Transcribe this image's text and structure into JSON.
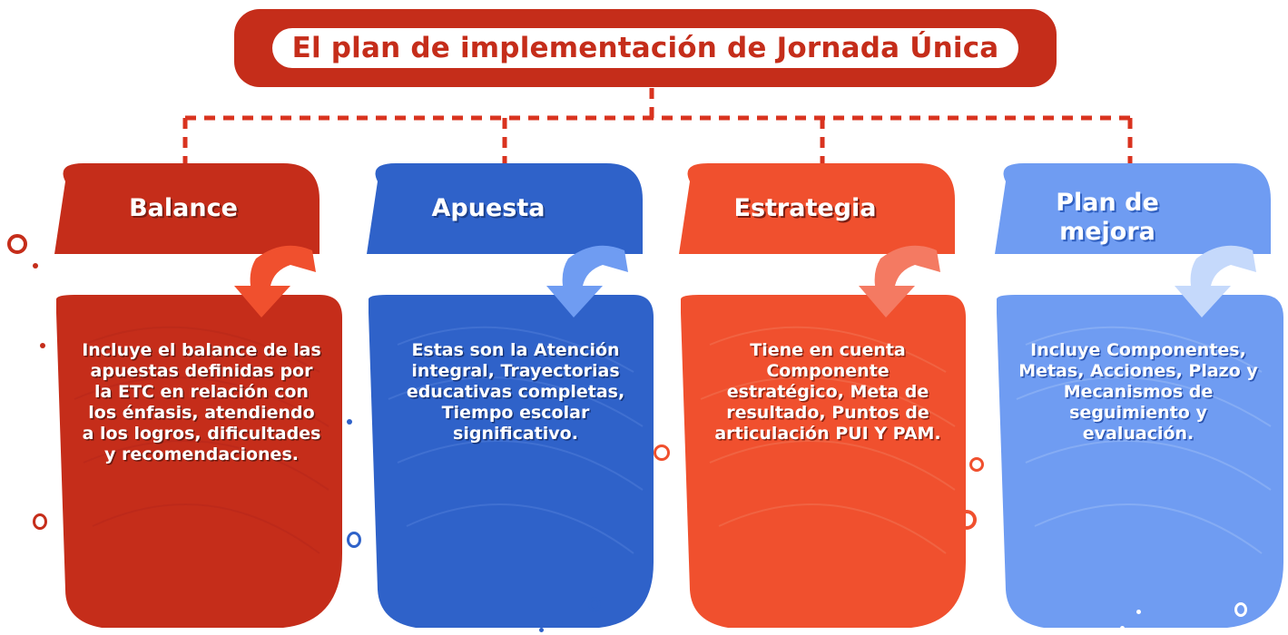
{
  "title": "El plan de implementación de Jornada Única",
  "colors": {
    "title_bg": "#c52d1a",
    "connector": "#d9331f",
    "balance": "#c52d1a",
    "apuesta": "#2f62c9",
    "estrategia": "#f0502e",
    "plan_de_mejora": "#6f9cf2"
  },
  "cards": [
    {
      "key": "balance",
      "heading": "Balance",
      "text": "Incluye el balance de las apuestas definidas por la ETC en relación con los énfasis, atendiendo a los logros, dificultades y recomendaciones.",
      "arrow_icon": "curved-arrow-down-icon"
    },
    {
      "key": "apuesta",
      "heading": "Apuesta",
      "text": "Estas son la Atención integral, Trayectorias educativas completas, Tiempo escolar significativo.",
      "arrow_icon": "curved-arrow-down-icon"
    },
    {
      "key": "estrategia",
      "heading": "Estrategia",
      "text": "Tiene en cuenta Componente estratégico, Meta de resultado, Puntos de articulación PUI Y PAM.",
      "arrow_icon": "curved-arrow-down-icon"
    },
    {
      "key": "plan_de_mejora",
      "heading": "Plan de mejora",
      "text": "Incluye Componentes, Metas, Acciones, Plazo y Mecanismos de seguimiento y evaluación.",
      "arrow_icon": "curved-arrow-down-icon"
    }
  ]
}
